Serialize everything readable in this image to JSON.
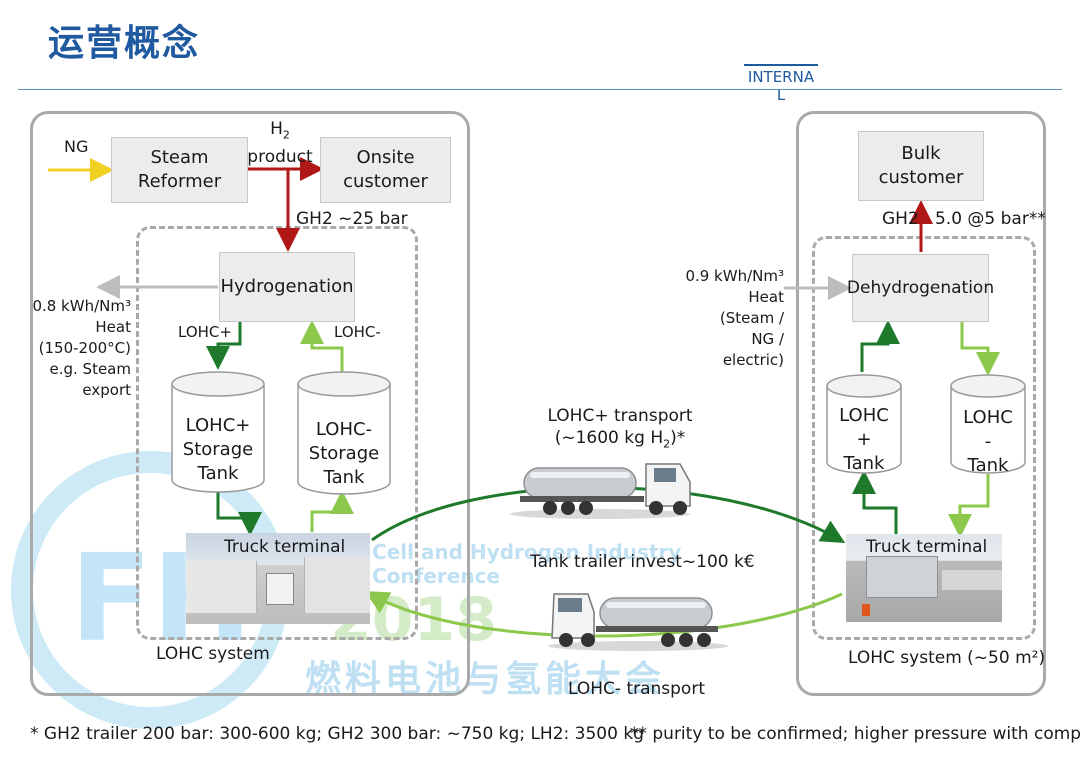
{
  "header": {
    "title": "运营概念",
    "classification_line1": "INTERNA",
    "classification_line2": "L"
  },
  "colors": {
    "title": "#1f5aa0",
    "red_flow": "#b01818",
    "dark_green": "#1e7a2a",
    "light_green": "#8cc84b",
    "ng_yellow": "#f0d020",
    "heat_grey": "#bdbdbd",
    "panel_border": "#a9a9a9"
  },
  "left_site": {
    "ng_label": "NG",
    "steam_reformer": [
      "Steam",
      "Reformer"
    ],
    "h2_product": [
      "H",
      "2",
      "product"
    ],
    "onsite_customer": [
      "Onsite",
      "customer"
    ],
    "gh2_pressure": "GH2 ~25 bar",
    "hydrogenation": "Hydrogenation",
    "heat_label": [
      "0.8 kWh/Nm³",
      "Heat",
      "(150-200°C)",
      "e.g. Steam",
      "export"
    ],
    "lohc_plus_label": "LOHC+",
    "lohc_minus_label": "LOHC-",
    "tank_plus": [
      "LOHC+",
      "Storage",
      "Tank"
    ],
    "tank_minus": [
      "LOHC-",
      "Storage",
      "Tank"
    ],
    "truck_terminal": "Truck terminal",
    "system_label": "LOHC system"
  },
  "transport": {
    "forward_label_1": "LOHC+ transport",
    "forward_label_2": "(~1600 kg H",
    "forward_label_2_sub": "2",
    "forward_label_2_end": ")*",
    "invest": "Tank trailer invest~100 k€",
    "return_label": "LOHC- transport"
  },
  "right_site": {
    "bulk_customer": [
      "Bulk",
      "customer"
    ],
    "gh2_label": "GH2   5.0 @5 bar**",
    "heat_label": [
      "0.9 kWh/Nm³",
      "Heat",
      "(Steam /",
      "NG /",
      "electric)"
    ],
    "dehydrogenation": "Dehydrogenation",
    "tank_plus": [
      "LOHC",
      "+",
      "Tank"
    ],
    "tank_minus": [
      "LOHC",
      "-",
      "Tank"
    ],
    "truck_terminal": "Truck terminal",
    "system_label": "LOHC system (~50 m²)"
  },
  "watermark": {
    "logo_text": "FH",
    "line1": "Cell and Hydrogen Industry",
    "line2": "Conference",
    "year": "2018",
    "chinese": "燃料电池与氢能大会"
  },
  "footnote": "* GH2 trailer 200 bar: 300-600 kg; GH2 300 bar: ~750 kg; LH2: 3500 kg",
  "footnote_2": "** purity to be confirmed; higher pressure with compre"
}
